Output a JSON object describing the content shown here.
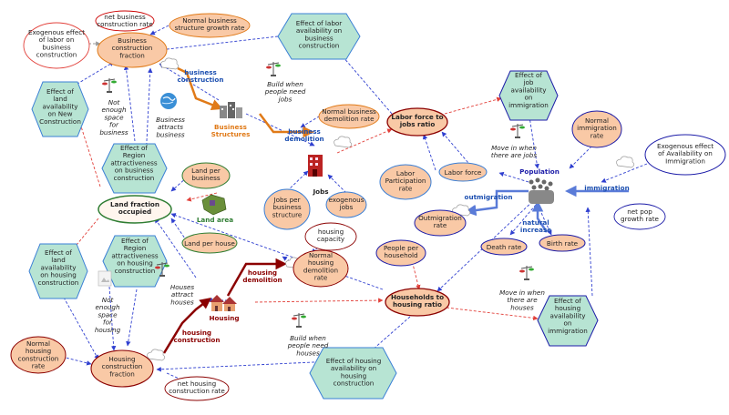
{
  "nodes": {
    "net_business_construction_rate": [
      "net business",
      "construction rate"
    ],
    "normal_business_structure_growth_rate": [
      "Normal business",
      "structure growth rate"
    ],
    "exogenous_effect_labor": [
      "Exogenous effect",
      "of labor on",
      "business",
      "construction"
    ],
    "business_construction_fraction": [
      "Business",
      "construction",
      "fraction"
    ],
    "effect_labor_availability": [
      "Effect of labor",
      "availability on",
      "business",
      "construction"
    ],
    "effect_land_availability_new_construction": [
      "Effect of",
      "land",
      "availability",
      "on New",
      "Construction"
    ],
    "not_enough_space_business": [
      "Not",
      "enough",
      "space",
      "for",
      "business"
    ],
    "business_attracts_business": [
      "Business",
      "attracts",
      "business"
    ],
    "business_structures": [
      "Business",
      "Structures"
    ],
    "build_when_people_need_jobs": [
      "Build when",
      "people need",
      "jobs"
    ],
    "normal_business_demolition_rate": [
      "Normal business",
      "demolition rate"
    ],
    "labor_force_to_jobs_ratio": [
      "Labor force to",
      "jobs ratio"
    ],
    "effect_job_availability_immigration": [
      "Effect of",
      "job",
      "availability",
      "on",
      "immigration"
    ],
    "normal_immigration_rate": [
      "Normal",
      "immigration",
      "rate"
    ],
    "exogenous_effect_availability_immigration": [
      "Exogenous effect",
      "of Availability on",
      "Immigration"
    ],
    "move_in_when_jobs": [
      "Move in when",
      "there are jobs"
    ],
    "labor_participation_rate": [
      "Labor",
      "Participation",
      "rate"
    ],
    "labor_force": [
      "Labor force"
    ],
    "population": [
      "Population"
    ],
    "effect_region_attractiveness_business": [
      "Effect of",
      "Region",
      "attractiveness",
      "on business",
      "construction"
    ],
    "land_per_business": [
      "Land per",
      "business"
    ],
    "land_fraction_occupied": [
      "Land fraction",
      "occupied"
    ],
    "land_area": [
      "Land area"
    ],
    "land_per_house": [
      "Land per house"
    ],
    "jobs": [
      "Jobs"
    ],
    "jobs_per_business_structure": [
      "Jobs per",
      "business",
      "structure"
    ],
    "exogenous_jobs": [
      "exogenous",
      "jobs"
    ],
    "outmigration_rate": [
      "Outmigration",
      "rate"
    ],
    "death_rate": [
      "Death rate"
    ],
    "birth_rate": [
      "Birth rate"
    ],
    "net_pop_growth_rate": [
      "net pop",
      "growth rate"
    ],
    "effect_land_availability_housing": [
      "Effect of",
      "land",
      "availability",
      "on housing",
      "construction"
    ],
    "effect_region_attractiveness_housing": [
      "Effect of",
      "Region",
      "attractiveness",
      "on housing",
      "construction"
    ],
    "houses_attract_houses": [
      "Houses",
      "attract",
      "houses"
    ],
    "housing_capacity": [
      "housing",
      "capacity"
    ],
    "normal_housing_demolition_rate": [
      "Normal",
      "housing",
      "demolition",
      "rate"
    ],
    "people_per_household": [
      "People per",
      "household"
    ],
    "not_enough_space_housing": [
      "Not",
      "enough",
      "space",
      "for",
      "housing"
    ],
    "housing": [
      "Housing"
    ],
    "households_to_housing_ratio": [
      "Households to",
      "housing ratio"
    ],
    "move_in_when_houses": [
      "Move in when",
      "there are",
      "houses"
    ],
    "effect_housing_availability_immigration": [
      "Effect of",
      "housing",
      "availability",
      "on",
      "immigration"
    ],
    "build_when_people_need_houses": [
      "Build when",
      "people need",
      "houses"
    ],
    "normal_housing_construction_rate": [
      "Normal",
      "housing",
      "construction",
      "rate"
    ],
    "housing_construction_fraction": [
      "Housing",
      "construction",
      "fraction"
    ],
    "effect_housing_availability_construction": [
      "Effect of housing",
      "availability on",
      "housing",
      "construction"
    ],
    "net_housing_construction_rate": [
      "net housing",
      "construction rate"
    ]
  },
  "flows": {
    "business_construction": [
      "business",
      "construction"
    ],
    "business_demolition": [
      "business",
      "demolition"
    ],
    "outmigration": [
      "outmigration"
    ],
    "immigration": [
      "immigration"
    ],
    "natural_increase": [
      "natural",
      "increase"
    ],
    "housing_demolition": [
      "housing",
      "demolition"
    ],
    "housing_construction": [
      "housing",
      "construction"
    ]
  },
  "colors": {
    "peach": "#f9c9a6",
    "teal_hex": "#b7e4d3",
    "green_border": "#2e7d32",
    "blue_border": "#1c1ca8",
    "blue_hex_border": "#3a7fd6",
    "orange_border": "#e07a18",
    "dark_red": "#8b0000",
    "blue_flow": "#3a5fc8",
    "red_arrow": "#e2403a"
  }
}
